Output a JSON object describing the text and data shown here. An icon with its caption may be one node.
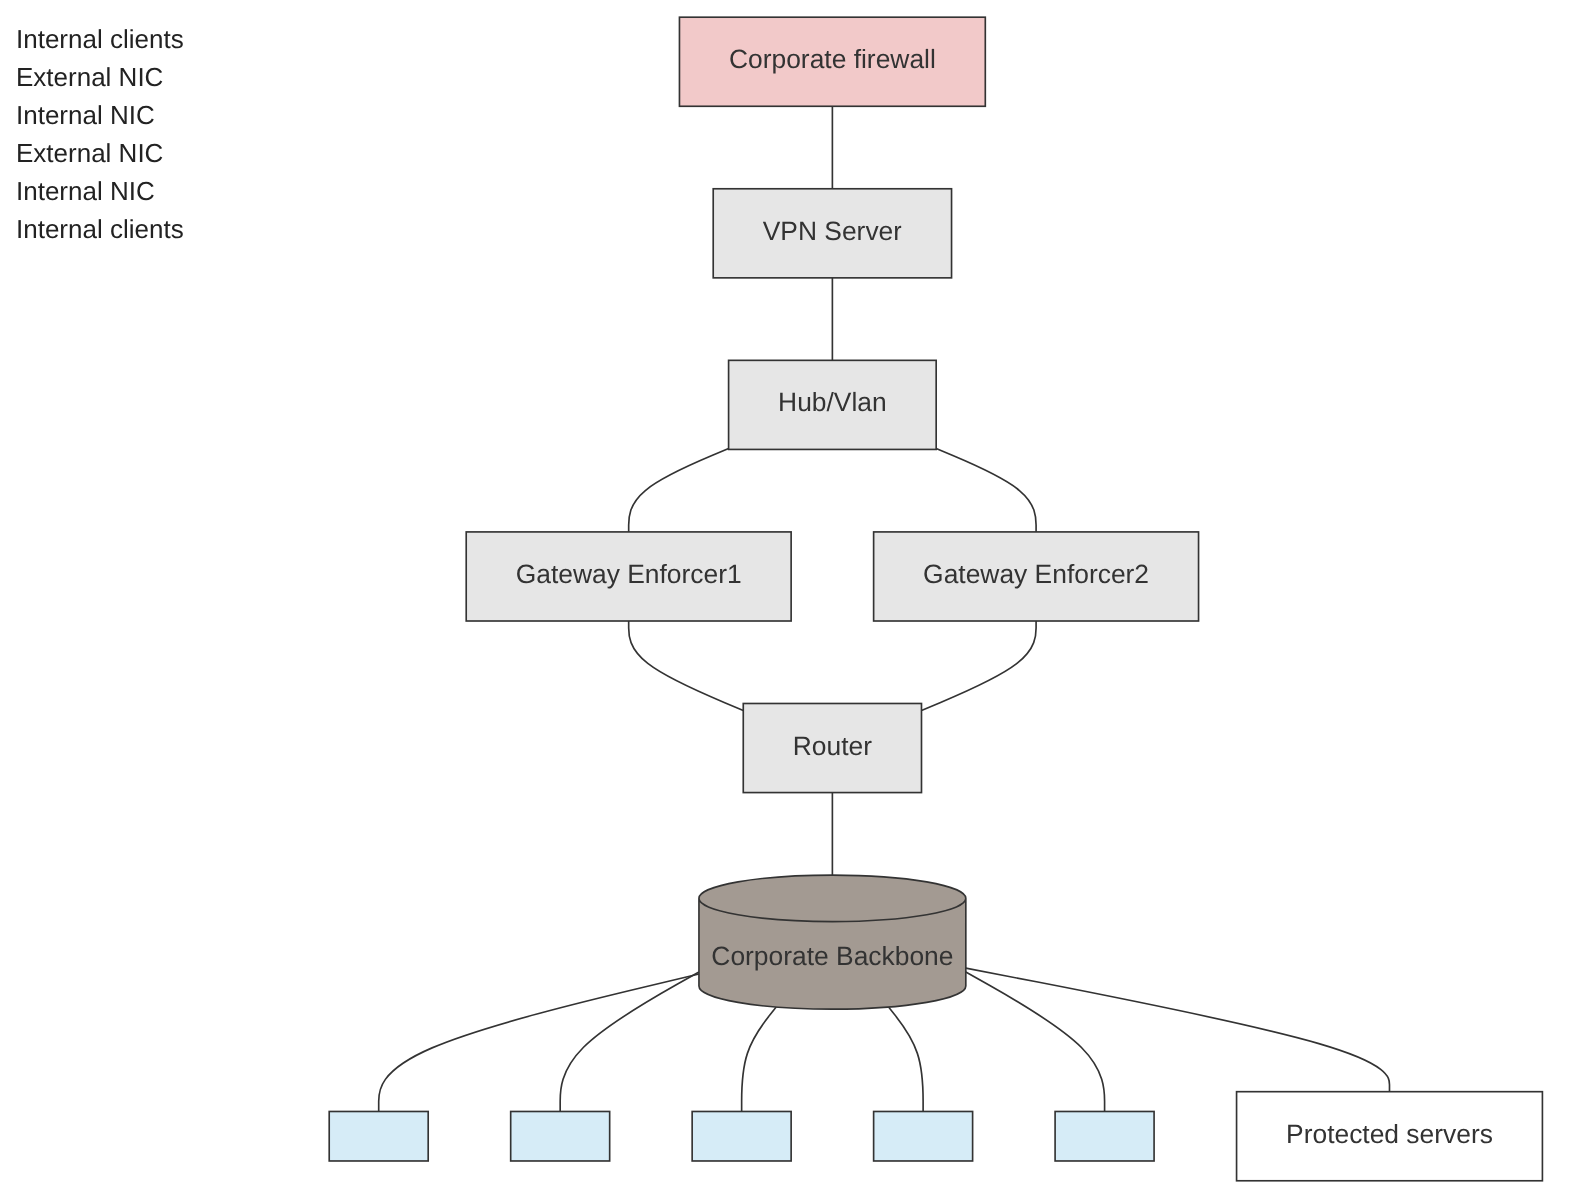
{
  "diagram": {
    "nodes": [
      {
        "text": [
          "Corporate firewall"
        ]
      },
      {
        "text": [
          "VPN Server"
        ]
      },
      {
        "text": [
          "Hub/Vlan"
        ]
      },
      {
        "text": [
          "Gateway Enforcer1"
        ]
      },
      {
        "text": [
          "Gateway Enforcer2"
        ]
      },
      {
        "text": [
          "Router"
        ]
      },
      {
        "text": [
          "Corporate Backbone"
        ]
      },
      {
        "text": [],
        "shape": "box"
      },
      {
        "text": [],
        "shape": "box"
      },
      {
        "text": [],
        "shape": "box"
      },
      {
        "text": [],
        "shape": "box"
      },
      {
        "text": [],
        "shape": "box"
      },
      {
        "text": [
          "Protected servers"
        ]
      }
    ],
    "edges": [
      {
        "from": 0,
        "to": 1,
        "arrow": "none"
      },
      {
        "from": 1,
        "to": 2,
        "arrow": "none"
      },
      {
        "from": 2,
        "to": 3,
        "arrow": "none"
      },
      {
        "from": 2,
        "to": 4,
        "arrow": "none"
      },
      {
        "from": 3,
        "to": 5,
        "arrow": "none"
      },
      {
        "from": 4,
        "to": 5,
        "arrow": "none"
      },
      {
        "from": 5,
        "to": 6,
        "arrow": "none"
      },
      {
        "from": 6,
        "to": 7,
        "arrow": "none"
      },
      {
        "from": 6,
        "to": 8,
        "arrow": "none"
      },
      {
        "from": 6,
        "to": 9,
        "arrow": "none"
      },
      {
        "from": 6,
        "to": 10,
        "arrow": "none"
      },
      {
        "from": 6,
        "to": 11,
        "arrow": "none"
      },
      {
        "from": 6,
        "to": 12,
        "arrow": "none"
      }
    ],
    "labels": [
      "Internal clients",
      "External NIC",
      "Internal NIC",
      "External NIC",
      "Internal NIC",
      "Internal clients"
    ]
  }
}
